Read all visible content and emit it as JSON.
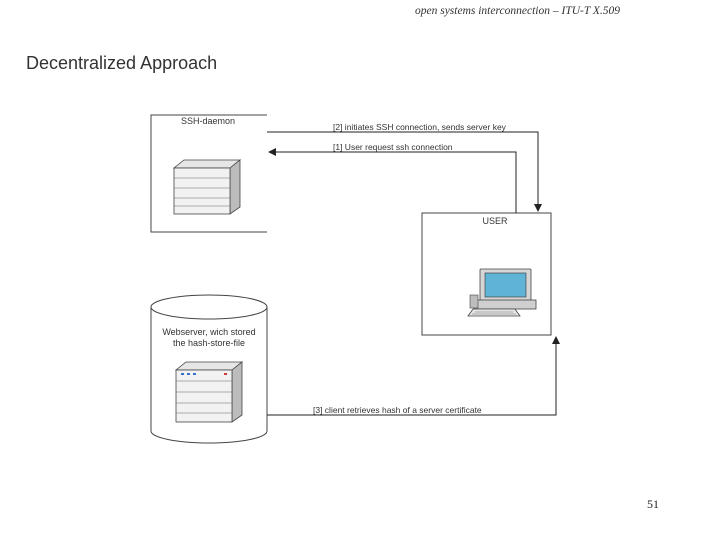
{
  "header": {
    "text": "open systems interconnection – ITU-T X.509"
  },
  "slide": {
    "title": "Decentralized Approach",
    "number": "51"
  },
  "diagram": {
    "nodes": {
      "ssh_daemon": "SSH-daemon",
      "user": "USER",
      "webserver_line1": "Webserver, wich stored",
      "webserver_line2": "the hash-store-file"
    },
    "arrows": {
      "step1": "[1] User request ssh connection",
      "step2": "[2] initiates SSH connection, sends server key",
      "step3": "[3] client retrieves hash of a server certificate"
    }
  }
}
